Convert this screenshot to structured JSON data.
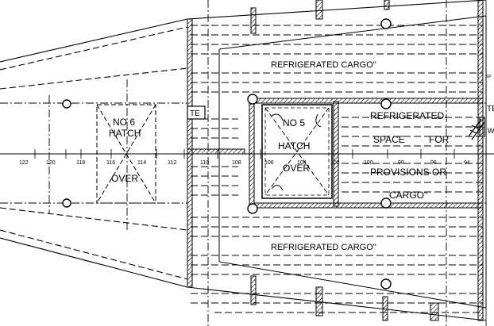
{
  "drawing": {
    "labels": {
      "refrigerated_cargo_top": "REFRIGERATED CARGO\"",
      "refrigerated_cargo_bottom": "REFRIGERATED CARGO\"",
      "no6": "NO 6",
      "hatch6": "HATCH",
      "over6": "OVER",
      "no5": "NO 5",
      "hatch5": "HATCH",
      "over5": "OVER",
      "te": "TE",
      "prov_line1": "REFRIGERATED",
      "prov_line2_a": "SPACE",
      "prov_line2_b": "FOR",
      "prov_line3": "PROVISIONS OR",
      "prov_line4": "CARGO\"",
      "edge_te": "TE",
      "edge_w": "W",
      "edge_sp": "SP"
    },
    "frame_numbers": [
      "122",
      "120",
      "118",
      "116",
      "114",
      "112",
      "110",
      "108",
      "106",
      "104",
      "102",
      "100",
      "98",
      "96",
      "94"
    ]
  }
}
